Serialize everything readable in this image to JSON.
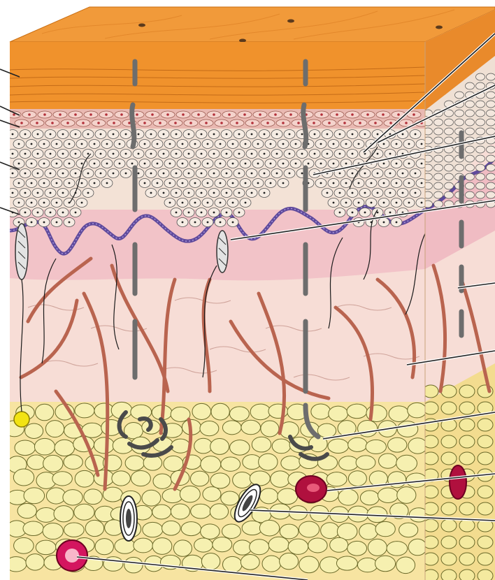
{
  "diagram": {
    "subject": "skin-cross-section",
    "layers": [
      {
        "id": "stratum-corneum",
        "color": "#f0922c"
      },
      {
        "id": "stratum-granulosum",
        "color": "#efc9c2"
      },
      {
        "id": "stratum-spinosum",
        "color": "#f3e2d6"
      },
      {
        "id": "basal-membrane",
        "color": "#6f5aa8"
      },
      {
        "id": "papillary-dermis",
        "color": "#f2c3c8"
      },
      {
        "id": "reticular-dermis",
        "color": "#f7ddd6"
      },
      {
        "id": "hypodermis",
        "color": "#f7e4a1"
      }
    ],
    "structures": [
      "sweat-duct",
      "meissner-corpuscle",
      "blood-vessel",
      "sweat-gland",
      "blood-vessel-cross-section",
      "pacinian-corpuscle",
      "free-nerve-ending"
    ],
    "colors": {
      "vessel": "#b9644f",
      "duct": "#6d6d6d",
      "adipocyte": "#f6f0b0",
      "artery": "#b0103e",
      "nerve_bulb": "#f2e313"
    }
  }
}
